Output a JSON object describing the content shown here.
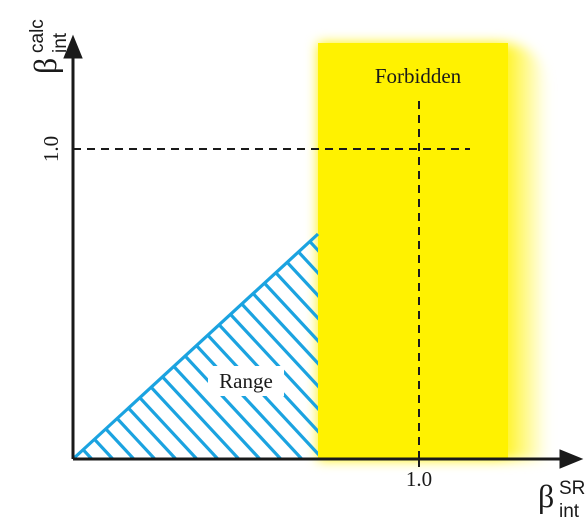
{
  "axes": {
    "y_label": {
      "symbol": "β",
      "superscript": "calc",
      "subscript": "int"
    },
    "x_label": {
      "symbol": "β",
      "superscript": "SR",
      "subscript": "int"
    },
    "y_tick": "1.0",
    "x_tick": "1.0"
  },
  "regions": {
    "forbidden_label": "Forbidden",
    "range_label": "Range"
  },
  "colors": {
    "forbidden_fill": "#fff200",
    "hatch": "#1ba3e0",
    "axis": "#1a1a1a",
    "text": "#1a1a1a"
  }
}
